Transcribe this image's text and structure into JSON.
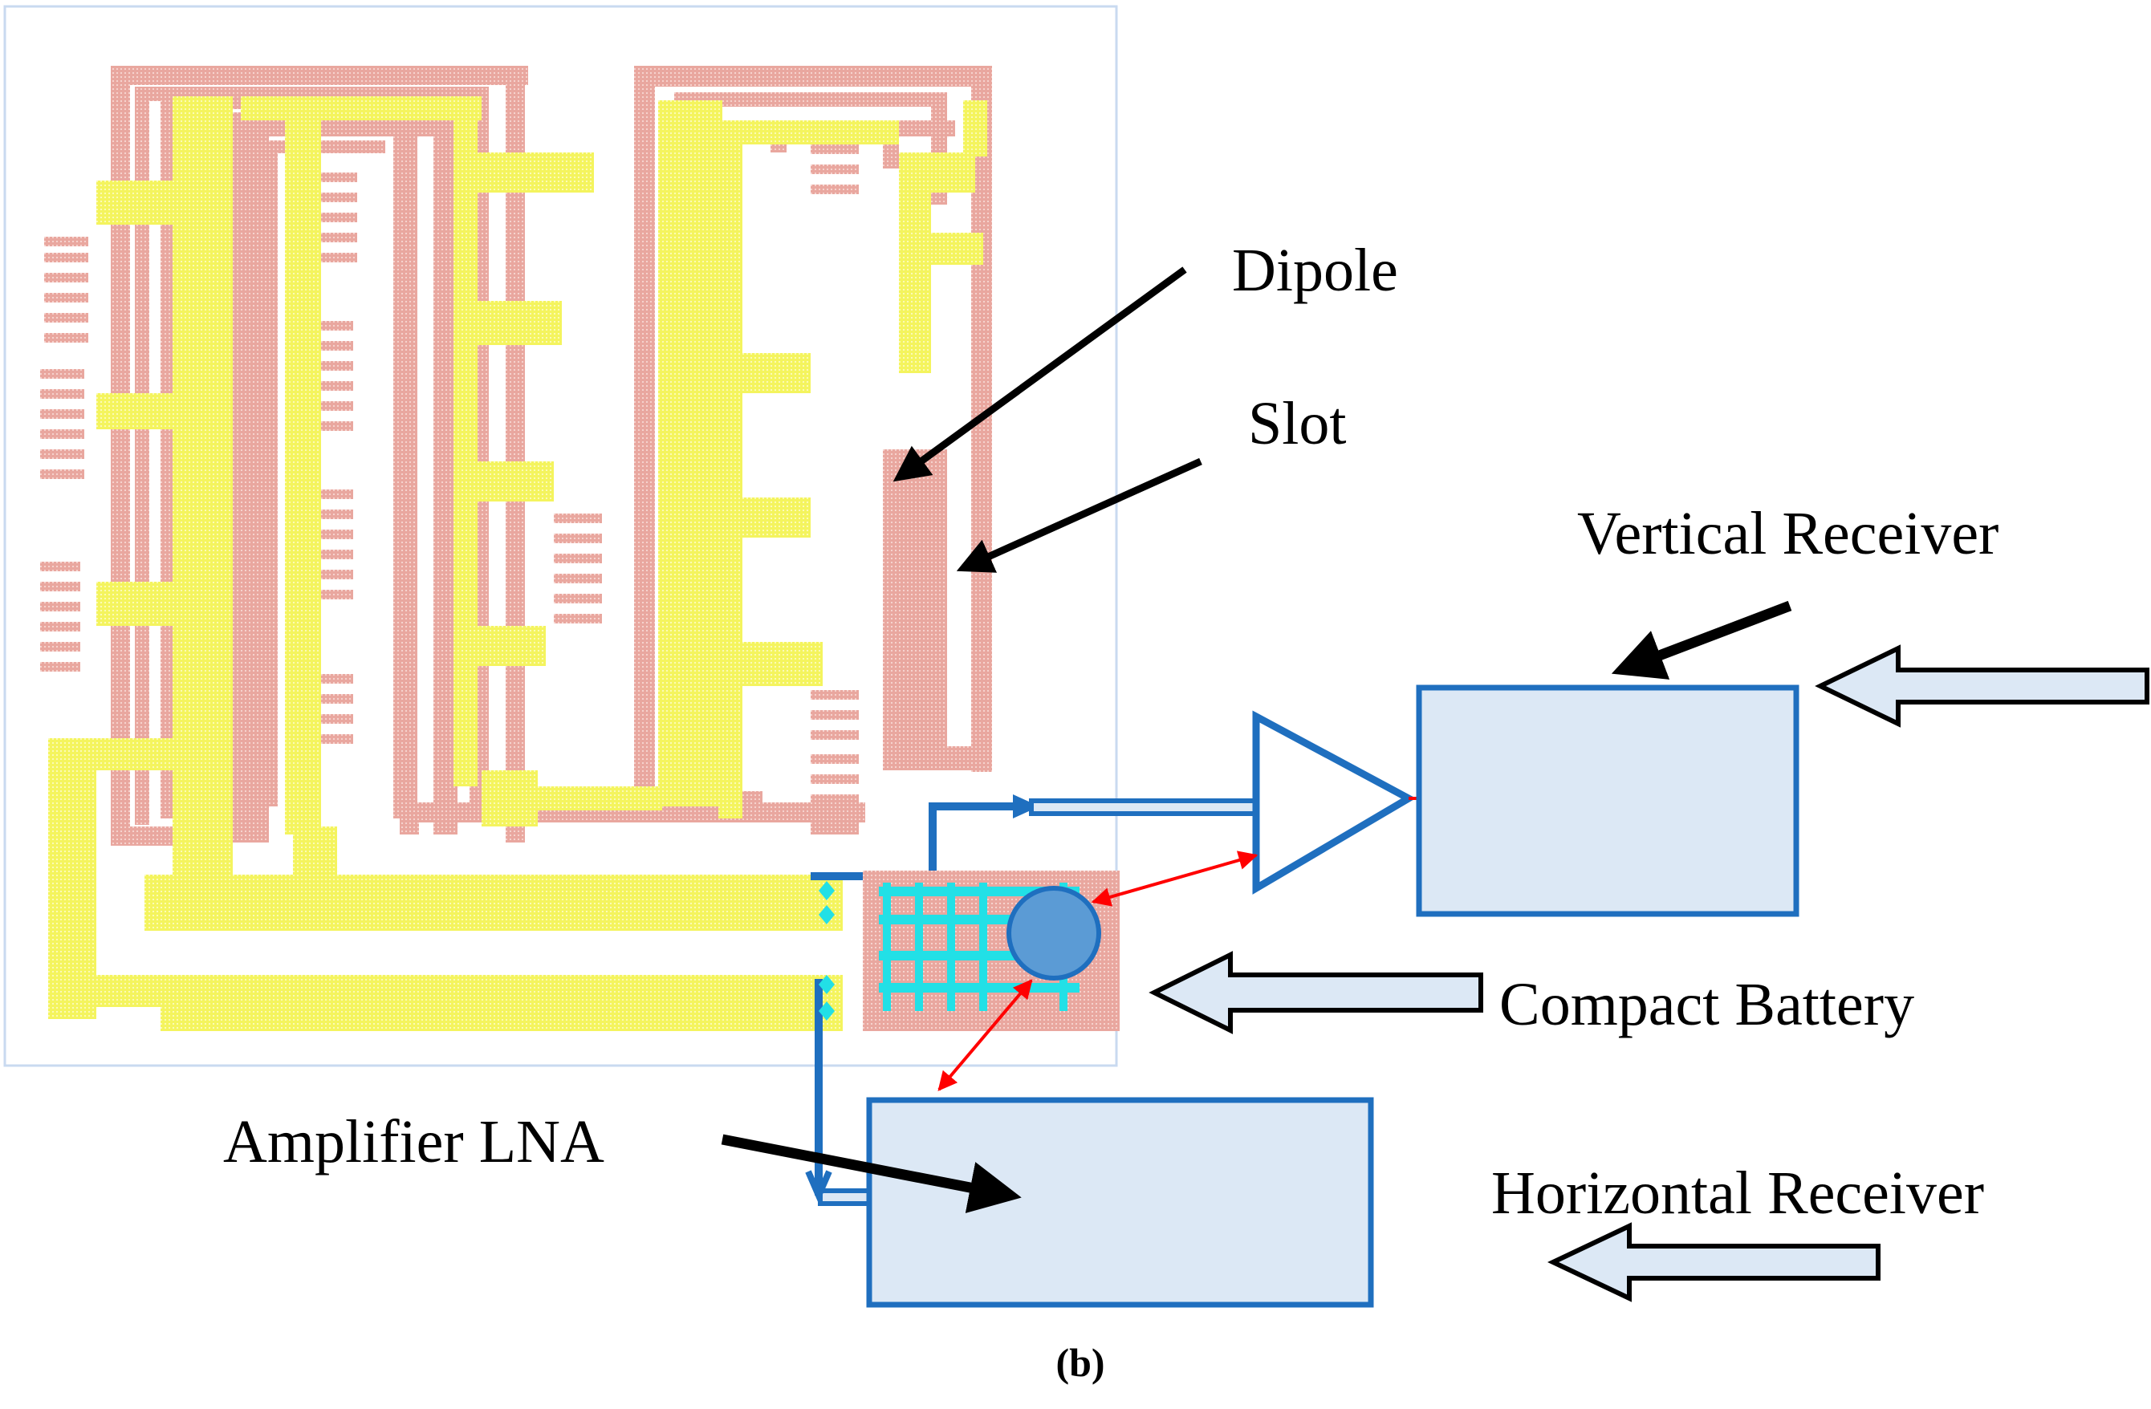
{
  "labels": {
    "dipole": "Dipole",
    "slot": "Slot",
    "vertical_receiver": "Vertical Receiver",
    "compact_battery": "Compact Battery",
    "amplifier_lna": "Amplifier LNA",
    "horizontal_receiver": "Horizontal Receiver"
  },
  "caption": "(b)",
  "colors": {
    "slot_metal": "#e8a9a1",
    "dipole_metal": "#f7f76a",
    "feed_line": "#1f6fbf",
    "receiver_fill": "#dce8f5",
    "receiver_border": "#1f6fbf",
    "battery": "#5b9bd5",
    "link_arrow": "#ff0000",
    "chip_dots": "#22e0e6"
  }
}
